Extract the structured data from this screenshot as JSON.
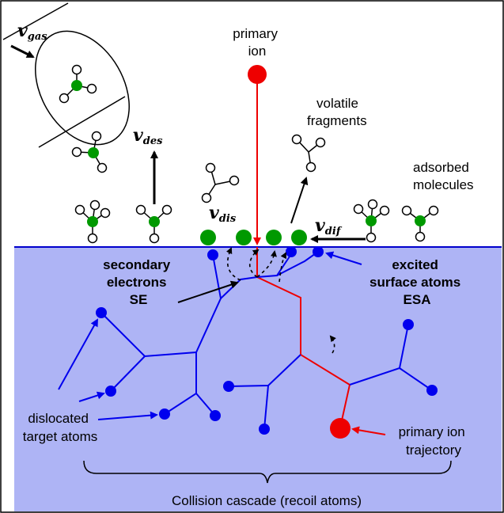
{
  "labels": {
    "primary_ion": [
      "primary",
      "ion"
    ],
    "volatile_fragments": [
      "volatile",
      "fragments"
    ],
    "adsorbed_molecules": [
      "adsorbed",
      "molecules"
    ],
    "secondary_electrons": [
      "secondary",
      "electrons",
      "SE"
    ],
    "excited_surface_atoms": [
      "excited",
      "surface atoms",
      "ESA"
    ],
    "dislocated_target_atoms": [
      "dislocated",
      "target atoms"
    ],
    "primary_ion_trajectory": [
      "primary ion",
      "trajectory"
    ],
    "collision_cascade": "Collision cascade (recoil atoms)"
  },
  "velocities": {
    "gas": {
      "symbol": "v",
      "subscript": "gas"
    },
    "des": {
      "symbol": "v",
      "subscript": "des"
    },
    "dis": {
      "symbol": "v",
      "subscript": "dis"
    },
    "dif": {
      "symbol": "v",
      "subscript": "dif"
    }
  },
  "colors": {
    "substrate": "#aeb4f5",
    "surface_line": "#0000cc",
    "cascade": "#0000ee",
    "ion": "#ee0000",
    "adsorbate": "#009900"
  }
}
